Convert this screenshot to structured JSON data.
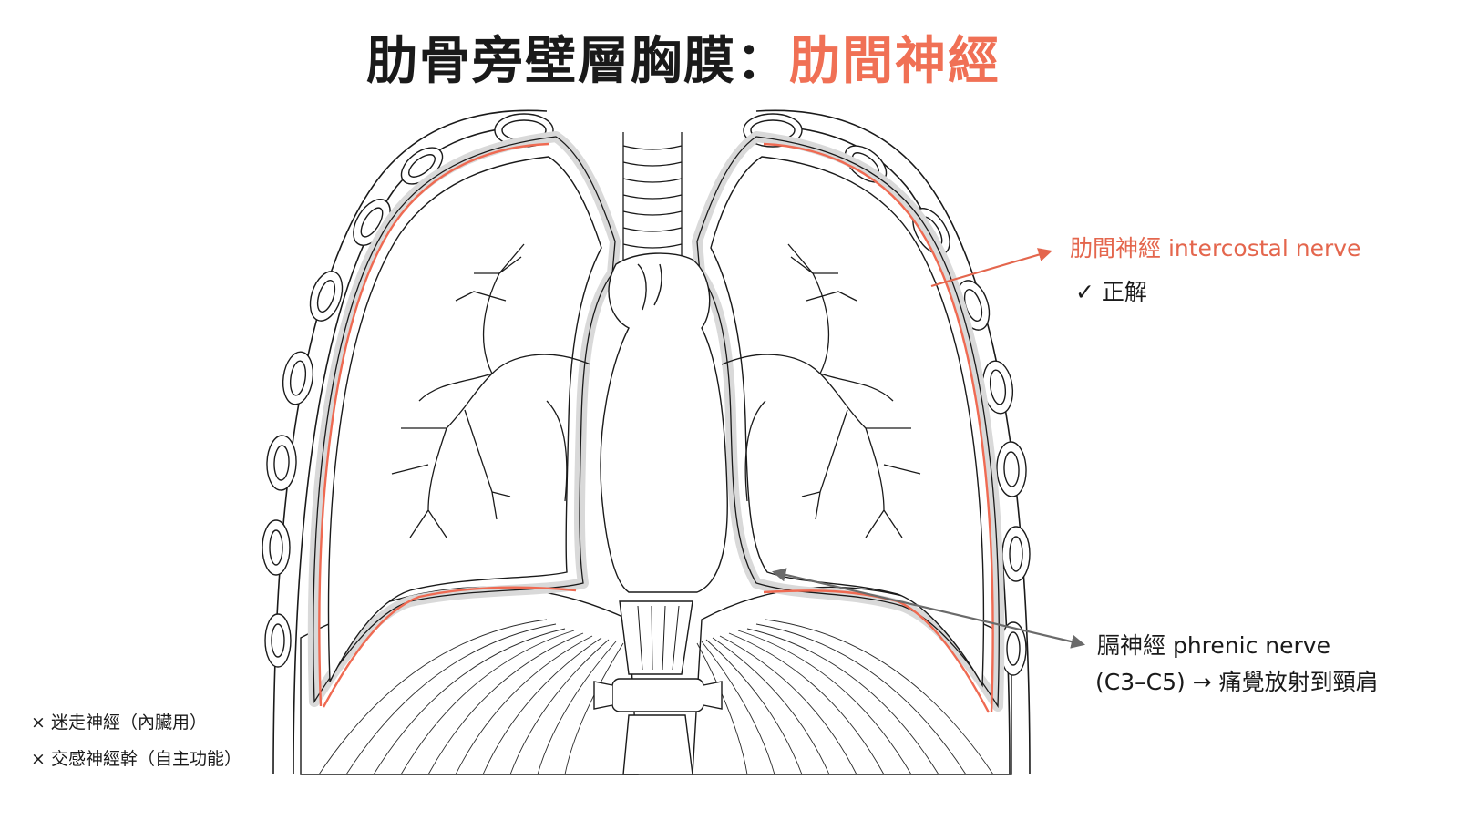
{
  "title": {
    "main": "肋骨旁壁層胸膜：",
    "highlight": "肋間神經"
  },
  "callouts": {
    "intercostal": {
      "label_cn": "肋間神經",
      "label_en": "intercostal nerve",
      "check": "✓ 正解"
    },
    "phrenic": {
      "label_cn": "膈神經",
      "label_en": "phrenic nerve",
      "detail": "(C3–C5) → 痛覺放射到頸肩"
    }
  },
  "notes": [
    "× 迷走神經（內臟用）",
    "× 交感神經幹（自主功能）"
  ],
  "colors": {
    "accent": "#f07055",
    "nerve_red": "#ef6a52",
    "line": "#1a1a1a",
    "pleura_gray": "#d9d9d9",
    "arrow_gray": "#6a6a6a"
  }
}
